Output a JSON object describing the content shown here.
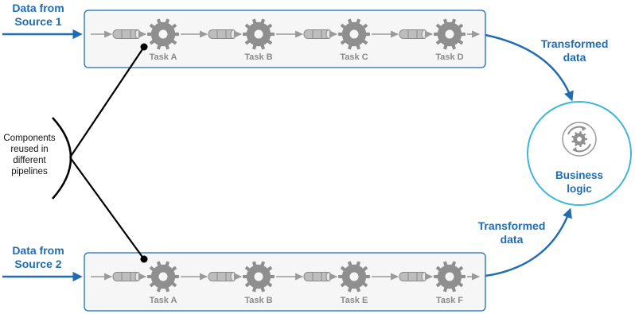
{
  "colors": {
    "accent": "#1f6cb3",
    "box_border": "#1f6cb3",
    "box_fill": "#f6f6f6",
    "gear": "#8f8f8f",
    "connector": "#000000",
    "business_circle": "#3fb5d6"
  },
  "icons": {
    "task": "gear-icon",
    "queue": "pipe-icon",
    "business": "gear-cycle-icon"
  },
  "pipeline1": {
    "source_label": [
      "Data from",
      "Source 1"
    ],
    "tasks": [
      "Task A",
      "Task B",
      "Task C",
      "Task D"
    ],
    "output_label": [
      "Transformed",
      "data"
    ]
  },
  "pipeline2": {
    "source_label": [
      "Data from",
      "Source 2"
    ],
    "tasks": [
      "Task A",
      "Task B",
      "Task E",
      "Task F"
    ],
    "output_label": [
      "Transformed",
      "data"
    ]
  },
  "components_label": [
    "Components",
    "reused in",
    "different",
    "pipelines"
  ],
  "business": {
    "label": [
      "Business",
      "logic"
    ]
  }
}
